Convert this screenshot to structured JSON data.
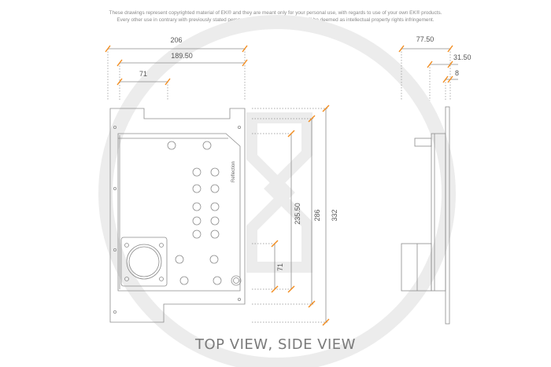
{
  "copyright": {
    "line1": "These drawings represent copyrighted material of EK® and they are meant only for your personal use, with regards to use of your own EK® products.",
    "line2": "Every other use in contrary with previously stated personal and non commercial use will be deemed as intellectual property rights infringement."
  },
  "top_view": {
    "dim_width_total": "206",
    "dim_width_mid": "189.50",
    "dim_width_small": "71",
    "dim_height_total": "332",
    "dim_height_mid": "286",
    "dim_height_inner": "235.50",
    "dim_height_small": "71",
    "plate_label": "Reflection"
  },
  "side_view": {
    "dim_depth_total": "77.50",
    "dim_depth_mid": "31.50",
    "dim_depth_small": "8"
  },
  "caption": "TOP VIEW, SIDE VIEW",
  "colors": {
    "dimension_tick": "#f28c1e",
    "line": "#8c8c8c",
    "watermark": "#ececec"
  }
}
